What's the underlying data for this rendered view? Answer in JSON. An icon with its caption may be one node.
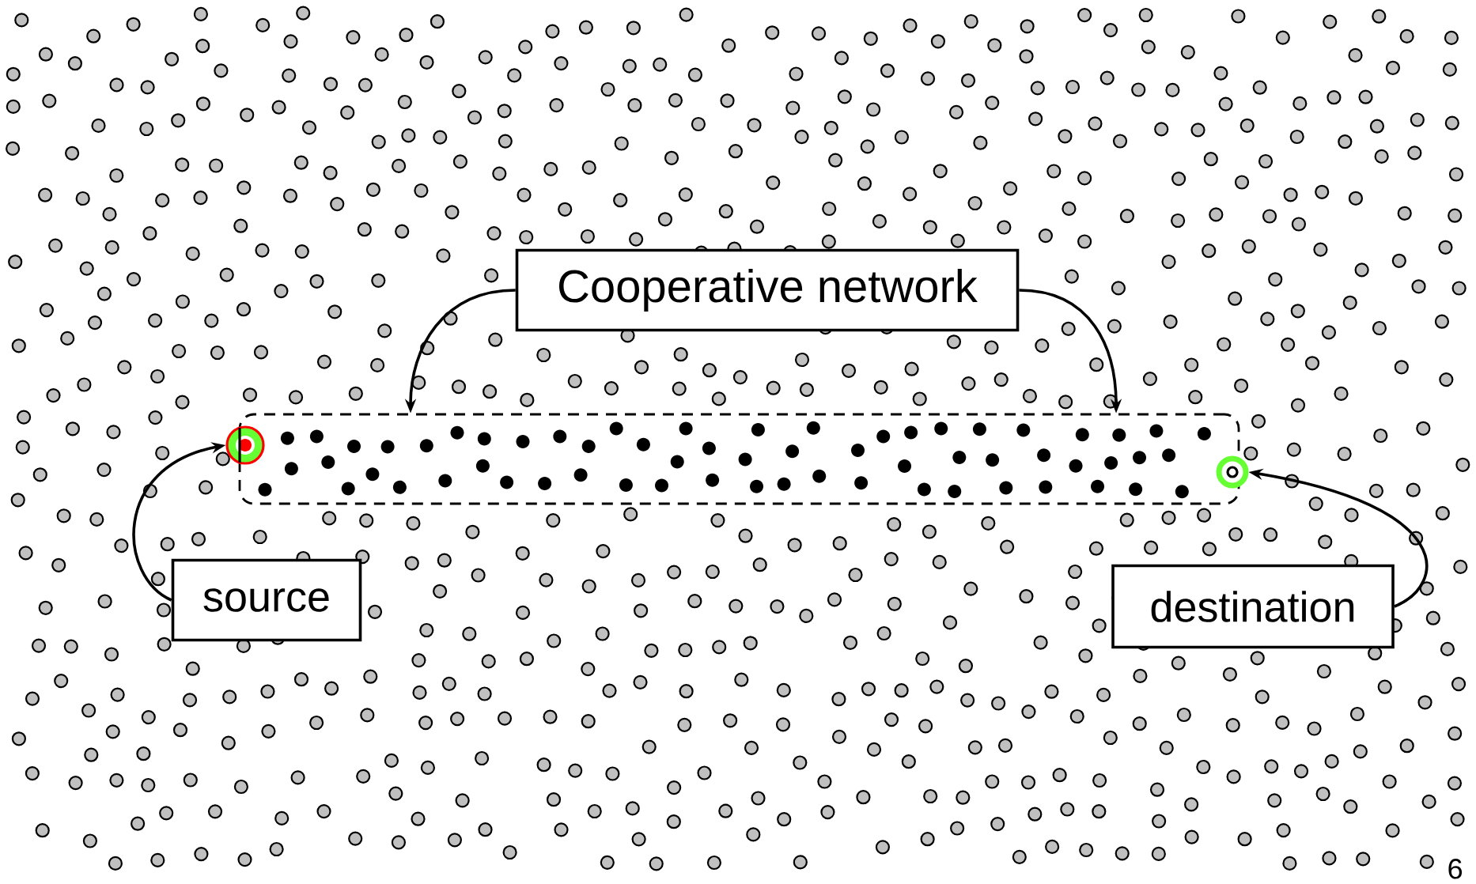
{
  "diagram": {
    "nodes": [
      {
        "text": [
          "Cooperative network"
        ]
      },
      {
        "text": [],
        "shape": "box"
      },
      {
        "text": [
          "source"
        ]
      },
      {
        "text": [
          "destination"
        ]
      },
      {
        "text": [],
        "shape": "circle"
      },
      {
        "text": [],
        "shape": "circle"
      }
    ],
    "edges": [
      {
        "from": 0,
        "to": 1,
        "arrow": "to"
      },
      {
        "from": 0,
        "to": 1,
        "arrow": "to"
      },
      {
        "from": 2,
        "to": 4,
        "arrow": "to"
      },
      {
        "from": 3,
        "to": 5,
        "arrow": "to"
      }
    ],
    "labels": [
      "6"
    ]
  }
}
